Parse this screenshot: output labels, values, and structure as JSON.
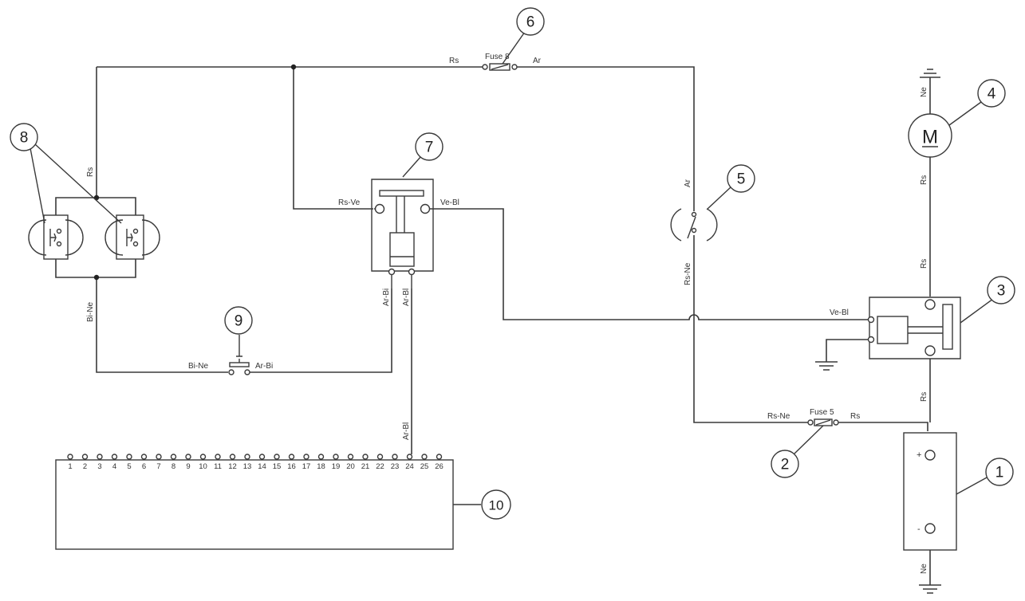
{
  "wire_labels": {
    "w6_left": "Rs",
    "w6_right": "Ar",
    "w8_top": "Rs",
    "w8_bottom": "Bi-Ne",
    "w7_left": "Rs-Ve",
    "w7_right": "Ve-Bl",
    "w7_pin1": "Ar-Bi",
    "w7_pin2": "Ar-Bl",
    "w9_left": "Bi-Ne",
    "w9_right": "Ar-Bi",
    "w10_in": "Ar-Bl",
    "w5_top": "Ar",
    "w5_bottom": "Rs-Ne",
    "w4_top": "Ne",
    "w4_bottom": "Rs",
    "w3_top": "Rs",
    "w3_left": "Ve-Bl",
    "w3_bottom": "Rs",
    "w2_left": "Rs-Ne",
    "w2_right": "Rs",
    "w1_bottom": "Ne"
  },
  "fuses": {
    "f6": "Fuse 8",
    "f2": "Fuse 5"
  },
  "motor_letter": "M",
  "battery": {
    "plus": "+",
    "minus": "-"
  },
  "callouts": [
    "1",
    "2",
    "3",
    "4",
    "5",
    "6",
    "7",
    "8",
    "9",
    "10"
  ],
  "connector_pins": [
    "1",
    "2",
    "3",
    "4",
    "5",
    "6",
    "7",
    "8",
    "9",
    "10",
    "11",
    "12",
    "13",
    "14",
    "15",
    "16",
    "17",
    "18",
    "19",
    "20",
    "21",
    "22",
    "23",
    "24",
    "25",
    "26"
  ]
}
